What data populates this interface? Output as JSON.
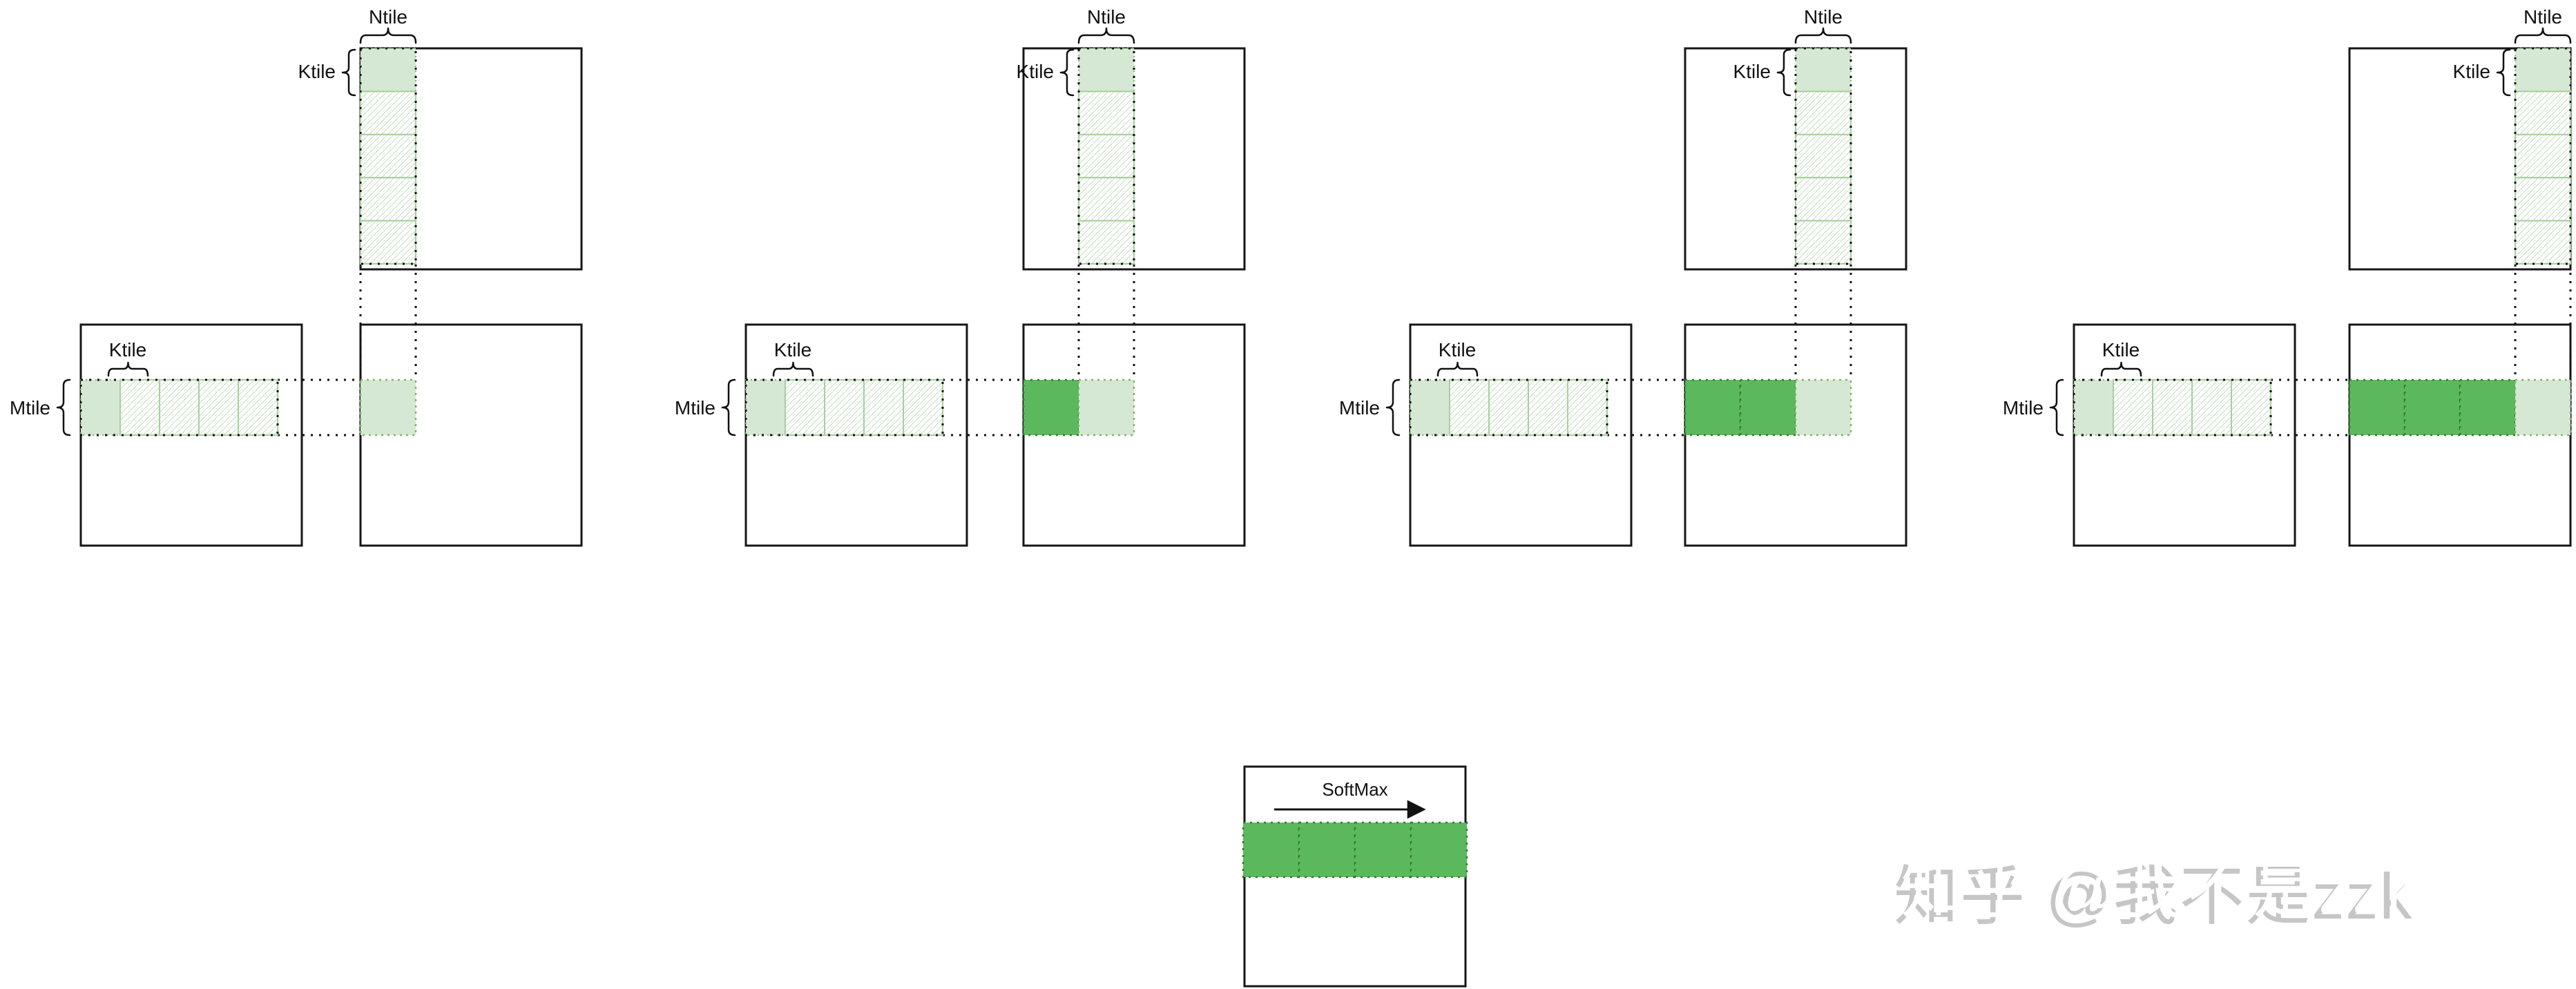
{
  "labels": {
    "ntile": "Ntile",
    "ktile": "Ktile",
    "mtile": "Mtile"
  },
  "softmax": {
    "title": "SoftMax"
  },
  "watermark": {
    "text": "知乎 @我不是zzk"
  },
  "colors": {
    "tile_current_light": "#d5e8d4",
    "tile_completed_dark": "#5cb85c",
    "green_stroke": "#82b366",
    "hatch_stroke": "#a8cf9e",
    "line_black": "#111111",
    "watermark_gray": "#c6c6c6"
  },
  "diagram": {
    "description": "Tiled matrix multiply with softmax: four iteration panels left to right, then a SoftMax box",
    "tiles_per_strip": 5,
    "output_columns": 4,
    "groups": [
      {
        "step": 1,
        "kt_column_index": 0,
        "q_row_tiles": {
          "solid": 1,
          "hatched": 4
        },
        "kt_column_tiles": {
          "solid": 1,
          "hatched": 4
        },
        "output": {
          "completed_dark_tiles": 0,
          "current_light_tiles": 1
        }
      },
      {
        "step": 2,
        "kt_column_index": 1,
        "q_row_tiles": {
          "solid": 1,
          "hatched": 4
        },
        "kt_column_tiles": {
          "solid": 1,
          "hatched": 4
        },
        "output": {
          "completed_dark_tiles": 1,
          "current_light_tiles": 1
        }
      },
      {
        "step": 3,
        "kt_column_index": 2,
        "q_row_tiles": {
          "solid": 1,
          "hatched": 4
        },
        "kt_column_tiles": {
          "solid": 1,
          "hatched": 4
        },
        "output": {
          "completed_dark_tiles": 2,
          "current_light_tiles": 1
        }
      },
      {
        "step": 4,
        "kt_column_index": 3,
        "q_row_tiles": {
          "solid": 1,
          "hatched": 4
        },
        "kt_column_tiles": {
          "solid": 1,
          "hatched": 4
        },
        "output": {
          "completed_dark_tiles": 3,
          "current_light_tiles": 1
        }
      }
    ],
    "softmax_row": {
      "dark_tiles": 4,
      "arrow_direction": "right"
    }
  }
}
